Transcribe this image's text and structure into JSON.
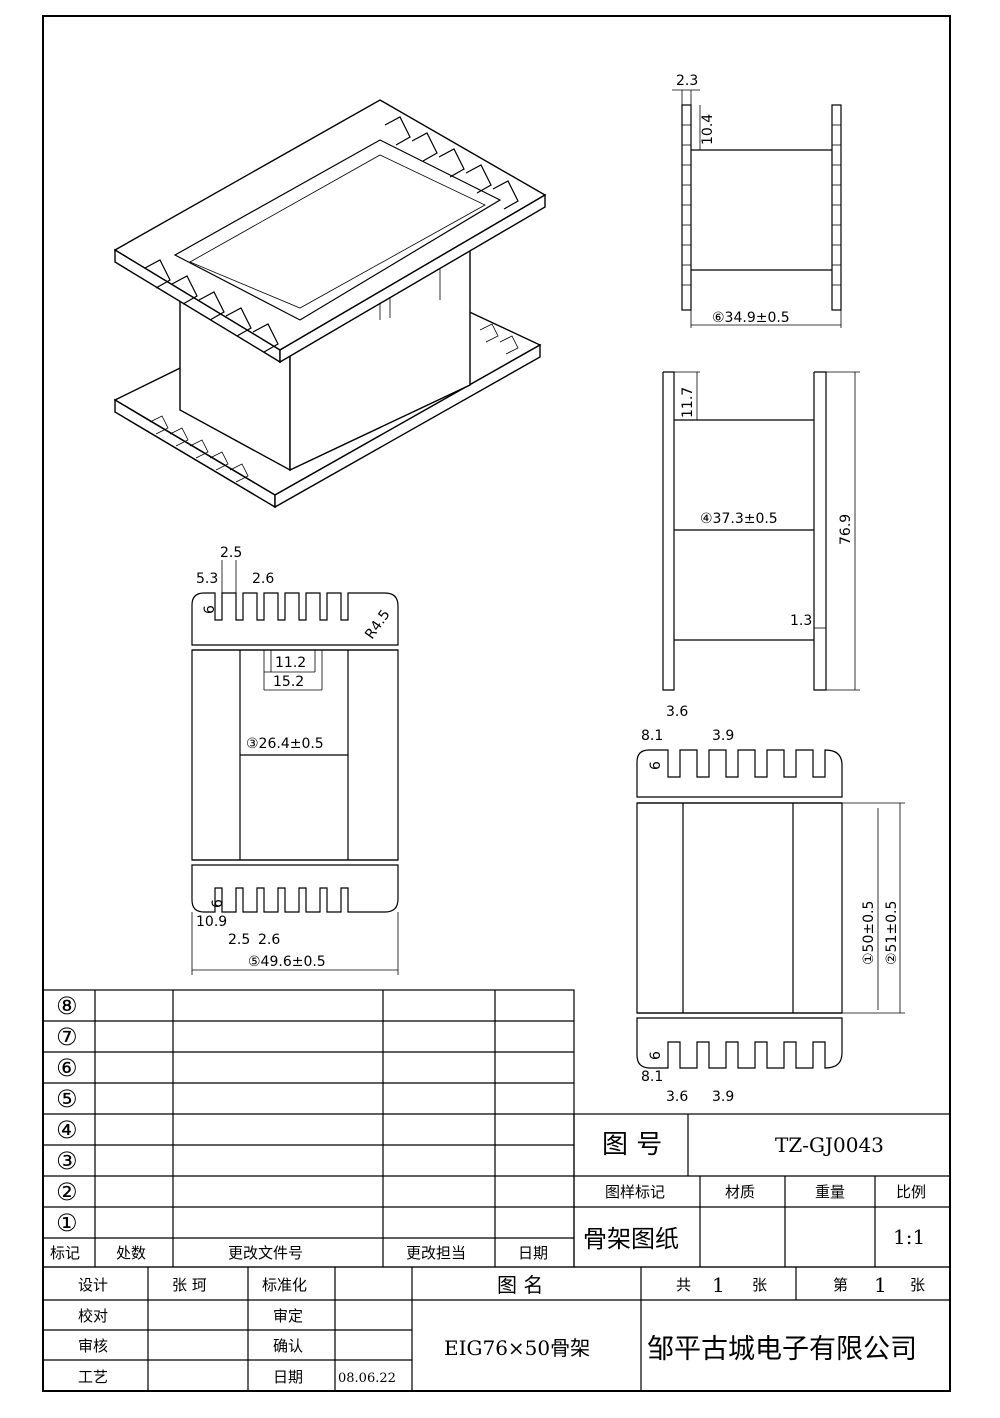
{
  "dims": {
    "top": {
      "d1": "2.3",
      "d2": "10.4",
      "d3": "⑥34.9±0.5"
    },
    "front": {
      "d1": "11.7",
      "d2": "④37.3±0.5",
      "d3": "76.9",
      "d4": "1.3"
    },
    "left": {
      "d1": "2.5",
      "d2": "5.3",
      "d3": "2.6",
      "d4": "6",
      "d5": "R4.5",
      "d6": "11.2",
      "d7": "15.2",
      "d8": "③26.4±0.5",
      "d9": "6",
      "d10": "10.9",
      "d11": "2.5",
      "d12": "2.6",
      "d13": "⑤49.6±0.5"
    },
    "right": {
      "d1": "3.6",
      "d2": "8.1",
      "d3": "3.9",
      "d4": "6",
      "d5": "①50±0.5",
      "d6": "②51±0.5",
      "d7": "6",
      "d8": "8.1",
      "d9": "3.6",
      "d10": "3.9"
    }
  },
  "revision_table": {
    "rows": [
      "⑧",
      "⑦",
      "⑥",
      "⑤",
      "④",
      "③",
      "②",
      "①"
    ],
    "headers": [
      "标记",
      "处数",
      "更改文件号",
      "更改担当",
      "日期"
    ]
  },
  "title_block": {
    "drawing_no_label": "图  号",
    "drawing_no": "TZ-GJ0043",
    "h_mark": "图样标记",
    "h_material": "材质",
    "h_weight": "重量",
    "h_scale": "比例",
    "doc_type": "骨架图纸",
    "scale": "1:1",
    "design_label": "设计",
    "designer": "张  珂",
    "standard_label": "标准化",
    "name_label": "图  名",
    "total_label": "共",
    "total": "1",
    "sheet_unit1": "张",
    "page_label": "第",
    "page": "1",
    "sheet_unit2": "张",
    "check_label": "校对",
    "approve_label": "审定",
    "review_label": "审核",
    "confirm_label": "确认",
    "process_label": "工艺",
    "date_label": "日期",
    "date": "08.06.22",
    "part_name": "EIG76×50骨架",
    "company": "邹平古城电子有限公司"
  }
}
